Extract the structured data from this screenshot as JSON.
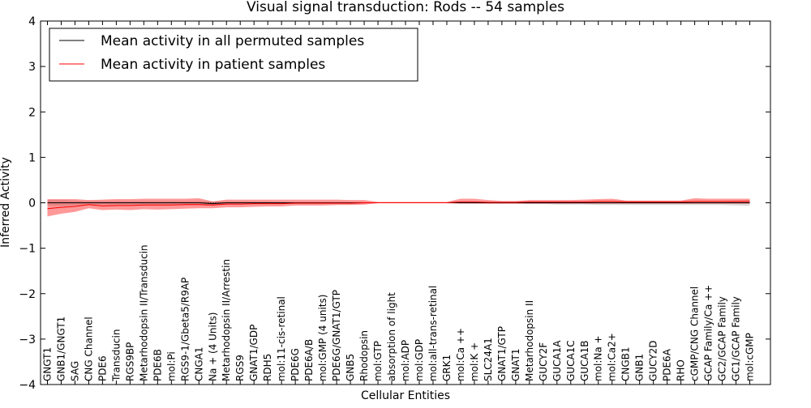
{
  "chart_data": {
    "type": "line",
    "title": "Visual signal transduction: Rods -- 54 samples",
    "xlabel": "Cellular Entities",
    "ylabel": "Inferred Activity",
    "ylim": [
      -4,
      4
    ],
    "yticks": [
      -4,
      -3,
      -2,
      -1,
      0,
      1,
      2,
      3,
      4
    ],
    "ytick_labels": [
      "−4",
      "−3",
      "−2",
      "−1",
      "0",
      "1",
      "2",
      "3",
      "4"
    ],
    "grid": false,
    "legend_position": "top-left",
    "categories": [
      "GNGT1",
      "GNB1/GNGT1",
      "SAG",
      "CNG Channel",
      "PDE6",
      "Transducin",
      "RGS9BP",
      "Metarhodopsin II/Transducin",
      "PDE6B",
      "mol:Pi",
      "RGS9-1/Gbeta5/R9AP",
      "CNGA1",
      "Na + (4 Units)",
      "Metarhodopsin II/Arrestin",
      "RGS9",
      "GNAT1/GDP",
      "RDH5",
      "mol:11-cis-retinal",
      "PDE6G",
      "PDE6A/B",
      "mol:GMP (4 units)",
      "PDE6G/GNAT1/GTP",
      "GNB5",
      "Rhodopsin",
      "mol:GTP",
      "absorption of light",
      "mol:ADP",
      "mol:GDP",
      "mol:all-trans-retinal",
      "GRK1",
      "mol:Ca ++",
      "mol:K +",
      "SLC24A1",
      "GNAT1/GTP",
      "GNAT1",
      "Metarhodopsin II",
      "GUCY2F",
      "GUCA1A",
      "GUCA1C",
      "GUCA1B",
      "mol:Na +",
      "mol:Ca2+",
      "CNGB1",
      "GNB1",
      "GUCY2D",
      "PDE6A",
      "RHO",
      "cGMP/CNG Channel",
      "GCAP Family/Ca ++",
      "GC2/GCAP Family",
      "GC1/GCAP Family",
      "mol:cGMP"
    ],
    "series": [
      {
        "name": "Mean activity in all permuted samples",
        "color": "#000000",
        "values": [
          0.0,
          0.0,
          0.0,
          0.0,
          0.0,
          0.0,
          0.0,
          0.0,
          0.0,
          0.0,
          0.0,
          0.0,
          -0.02,
          0.0,
          0.0,
          0.0,
          0.0,
          0.0,
          0.0,
          0.0,
          0.0,
          0.0,
          0.0,
          0.0,
          0.0,
          0.0,
          0.0,
          0.0,
          0.0,
          0.0,
          0.0,
          0.0,
          0.0,
          0.0,
          0.0,
          0.0,
          0.0,
          0.0,
          0.0,
          0.0,
          0.0,
          0.0,
          0.0,
          0.0,
          0.0,
          0.0,
          0.0,
          0.0,
          0.0,
          0.0,
          0.0,
          0.0
        ],
        "band_low": [
          -0.07,
          -0.07,
          -0.06,
          -0.05,
          -0.05,
          -0.05,
          -0.05,
          -0.05,
          -0.05,
          -0.05,
          -0.05,
          -0.05,
          -0.06,
          -0.04,
          -0.03,
          -0.03,
          -0.03,
          -0.02,
          -0.02,
          -0.02,
          -0.02,
          -0.02,
          -0.02,
          -0.02,
          -0.01,
          -0.01,
          -0.01,
          -0.01,
          -0.01,
          -0.01,
          -0.01,
          -0.01,
          -0.02,
          -0.02,
          -0.02,
          -0.03,
          -0.03,
          -0.04,
          -0.04,
          -0.04,
          -0.05,
          -0.05,
          -0.05,
          -0.05,
          -0.05,
          -0.05,
          -0.05,
          -0.05,
          -0.05,
          -0.05,
          -0.06,
          -0.07
        ],
        "band_high": [
          0.06,
          0.06,
          0.05,
          0.04,
          0.04,
          0.04,
          0.04,
          0.04,
          0.04,
          0.04,
          0.04,
          0.04,
          0.03,
          0.03,
          0.03,
          0.03,
          0.03,
          0.02,
          0.02,
          0.02,
          0.02,
          0.02,
          0.02,
          0.02,
          0.01,
          0.01,
          0.01,
          0.01,
          0.01,
          0.01,
          0.01,
          0.01,
          0.02,
          0.02,
          0.02,
          0.03,
          0.03,
          0.03,
          0.03,
          0.03,
          0.04,
          0.04,
          0.04,
          0.04,
          0.04,
          0.04,
          0.04,
          0.04,
          0.04,
          0.04,
          0.05,
          0.06
        ]
      },
      {
        "name": "Mean activity in patient samples",
        "color": "#ff0000",
        "values": [
          -0.13,
          -0.1,
          -0.08,
          -0.04,
          -0.07,
          -0.06,
          -0.06,
          -0.05,
          -0.05,
          -0.05,
          -0.04,
          -0.04,
          -0.05,
          -0.03,
          -0.03,
          -0.02,
          -0.02,
          -0.02,
          -0.01,
          -0.01,
          -0.01,
          -0.01,
          -0.01,
          0.0,
          0.0,
          0.0,
          0.0,
          0.0,
          0.0,
          0.0,
          0.02,
          0.02,
          0.01,
          0.01,
          0.01,
          0.02,
          0.02,
          0.02,
          0.02,
          0.02,
          0.03,
          0.03,
          0.02,
          0.02,
          0.02,
          0.02,
          0.02,
          0.03,
          0.03,
          0.03,
          0.03,
          0.03
        ],
        "band_low": [
          -0.3,
          -0.24,
          -0.2,
          -0.12,
          -0.16,
          -0.15,
          -0.16,
          -0.14,
          -0.15,
          -0.14,
          -0.13,
          -0.12,
          -0.12,
          -0.1,
          -0.1,
          -0.09,
          -0.08,
          -0.08,
          -0.06,
          -0.06,
          -0.06,
          -0.05,
          -0.05,
          -0.04,
          -0.01,
          -0.01,
          -0.01,
          -0.01,
          -0.01,
          -0.01,
          -0.02,
          -0.02,
          -0.02,
          -0.02,
          -0.02,
          -0.02,
          -0.02,
          -0.02,
          -0.02,
          -0.02,
          -0.02,
          -0.02,
          -0.02,
          -0.02,
          -0.02,
          -0.02,
          -0.02,
          -0.02,
          -0.02,
          -0.02,
          -0.02,
          -0.02
        ],
        "band_high": [
          0.08,
          0.08,
          0.08,
          0.06,
          0.07,
          0.08,
          0.08,
          0.09,
          0.09,
          0.09,
          0.09,
          0.1,
          0.03,
          0.07,
          0.07,
          0.07,
          0.07,
          0.07,
          0.07,
          0.07,
          0.07,
          0.07,
          0.06,
          0.06,
          0.02,
          0.02,
          0.02,
          0.02,
          0.02,
          0.02,
          0.09,
          0.09,
          0.06,
          0.04,
          0.04,
          0.06,
          0.06,
          0.06,
          0.06,
          0.07,
          0.08,
          0.09,
          0.05,
          0.05,
          0.05,
          0.05,
          0.05,
          0.1,
          0.09,
          0.09,
          0.09,
          0.09
        ]
      }
    ]
  }
}
